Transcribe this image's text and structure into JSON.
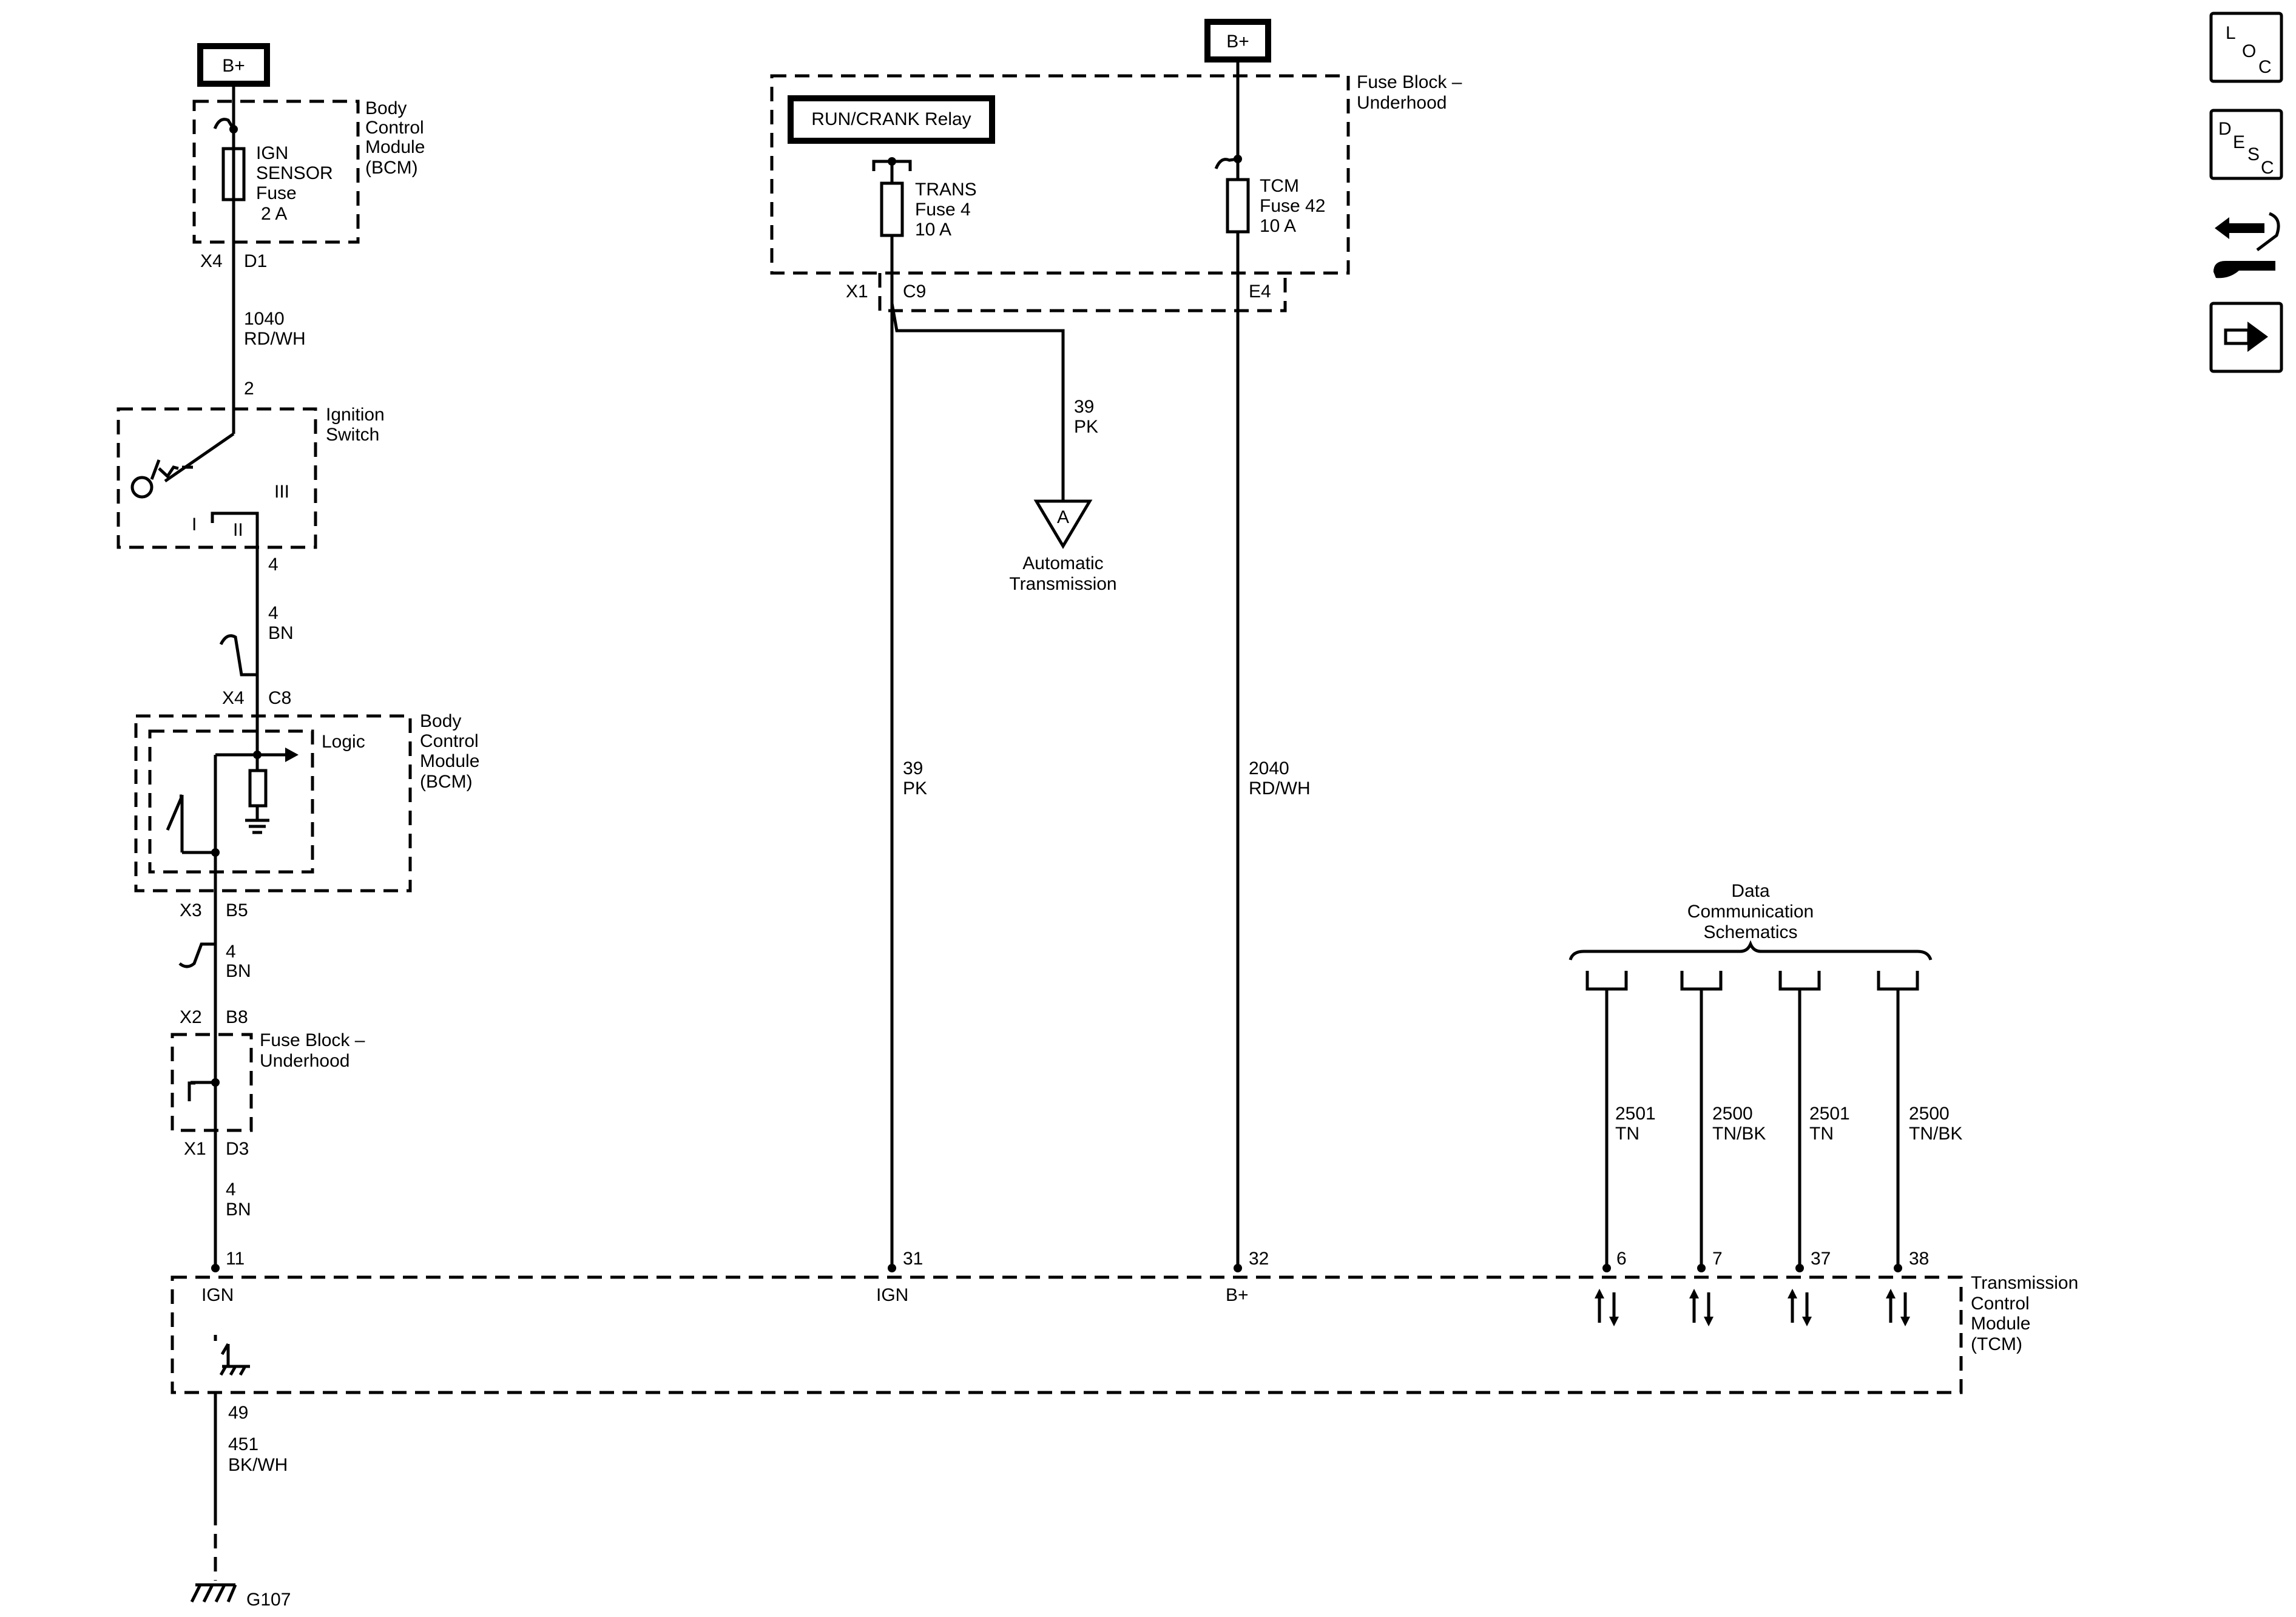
{
  "supply": {
    "left_bplus": "B+",
    "right_bplus": "B+"
  },
  "bcm_fuse_module": {
    "name": [
      "Body",
      "Control",
      "Module",
      "(BCM)"
    ],
    "fuse_label": [
      "IGN",
      "SENSOR",
      "Fuse",
      "2 A"
    ],
    "conn": "X4",
    "pin": "D1"
  },
  "wire_1040": {
    "circuit": "1040",
    "color": "RD/WH"
  },
  "ignition_switch": {
    "name": [
      "Ignition",
      "Switch"
    ],
    "pin_top": "2",
    "pin_bottom": "4",
    "pos_1": "I",
    "pos_2": "II",
    "pos_3": "III"
  },
  "wire_4_a": {
    "circuit": "4",
    "color": "BN"
  },
  "bcm_logic_module": {
    "conn_in": "X4",
    "pin_in": "C8",
    "logic_label": "Logic",
    "name": [
      "Body",
      "Control",
      "Module",
      "(BCM)"
    ],
    "conn_out": "X3",
    "pin_out": "B5"
  },
  "wire_4_b": {
    "circuit": "4",
    "color": "BN"
  },
  "fuse_block_small": {
    "conn_in": "X2",
    "pin_in": "B8",
    "name": [
      "Fuse Block –",
      "Underhood"
    ],
    "conn_out": "X1",
    "pin_out": "D3"
  },
  "wire_4_c": {
    "circuit": "4",
    "color": "BN"
  },
  "fuse_block_main": {
    "name": [
      "Fuse Block –",
      "Underhood"
    ],
    "relay_label": "RUN/CRANK Relay",
    "trans_fuse": [
      "TRANS",
      "Fuse 4",
      "10 A"
    ],
    "tcm_fuse": [
      "TCM",
      "Fuse 42",
      "10 A"
    ],
    "conn_left": "X1",
    "pin_c9": "C9",
    "pin_e4": "E4"
  },
  "wire_39_branch": {
    "circuit": "39",
    "color": "PK"
  },
  "auto_trans": {
    "symbol": "A",
    "label": [
      "Automatic",
      "Transmission"
    ]
  },
  "wire_39_main": {
    "circuit": "39",
    "color": "PK"
  },
  "wire_2040": {
    "circuit": "2040",
    "color": "RD/WH"
  },
  "data_comm": {
    "label": [
      "Data",
      "Communication",
      "Schematics"
    ],
    "wires": [
      {
        "circuit": "2501",
        "color": "TN",
        "pin": "6"
      },
      {
        "circuit": "2500",
        "color": "TN/BK",
        "pin": "7"
      },
      {
        "circuit": "2501",
        "color": "TN",
        "pin": "37"
      },
      {
        "circuit": "2500",
        "color": "TN/BK",
        "pin": "38"
      }
    ]
  },
  "tcm": {
    "name": [
      "Transmission",
      "Control",
      "Module",
      "(TCM)"
    ],
    "pin_ign1": "11",
    "label_ign1": "IGN",
    "pin_ign2": "31",
    "label_ign2": "IGN",
    "pin_bplus": "32",
    "label_bplus": "B+",
    "pin_ground": "49"
  },
  "ground_wire": {
    "circuit": "451",
    "color": "BK/WH"
  },
  "ground": {
    "label": "G107"
  },
  "side_nav": {
    "loc": [
      "L",
      "O",
      "C"
    ],
    "desc": [
      "D",
      "E",
      "S",
      "C"
    ],
    "connector_icon": "connector-end-view-icon",
    "next_icon": "right-arrow-icon"
  }
}
